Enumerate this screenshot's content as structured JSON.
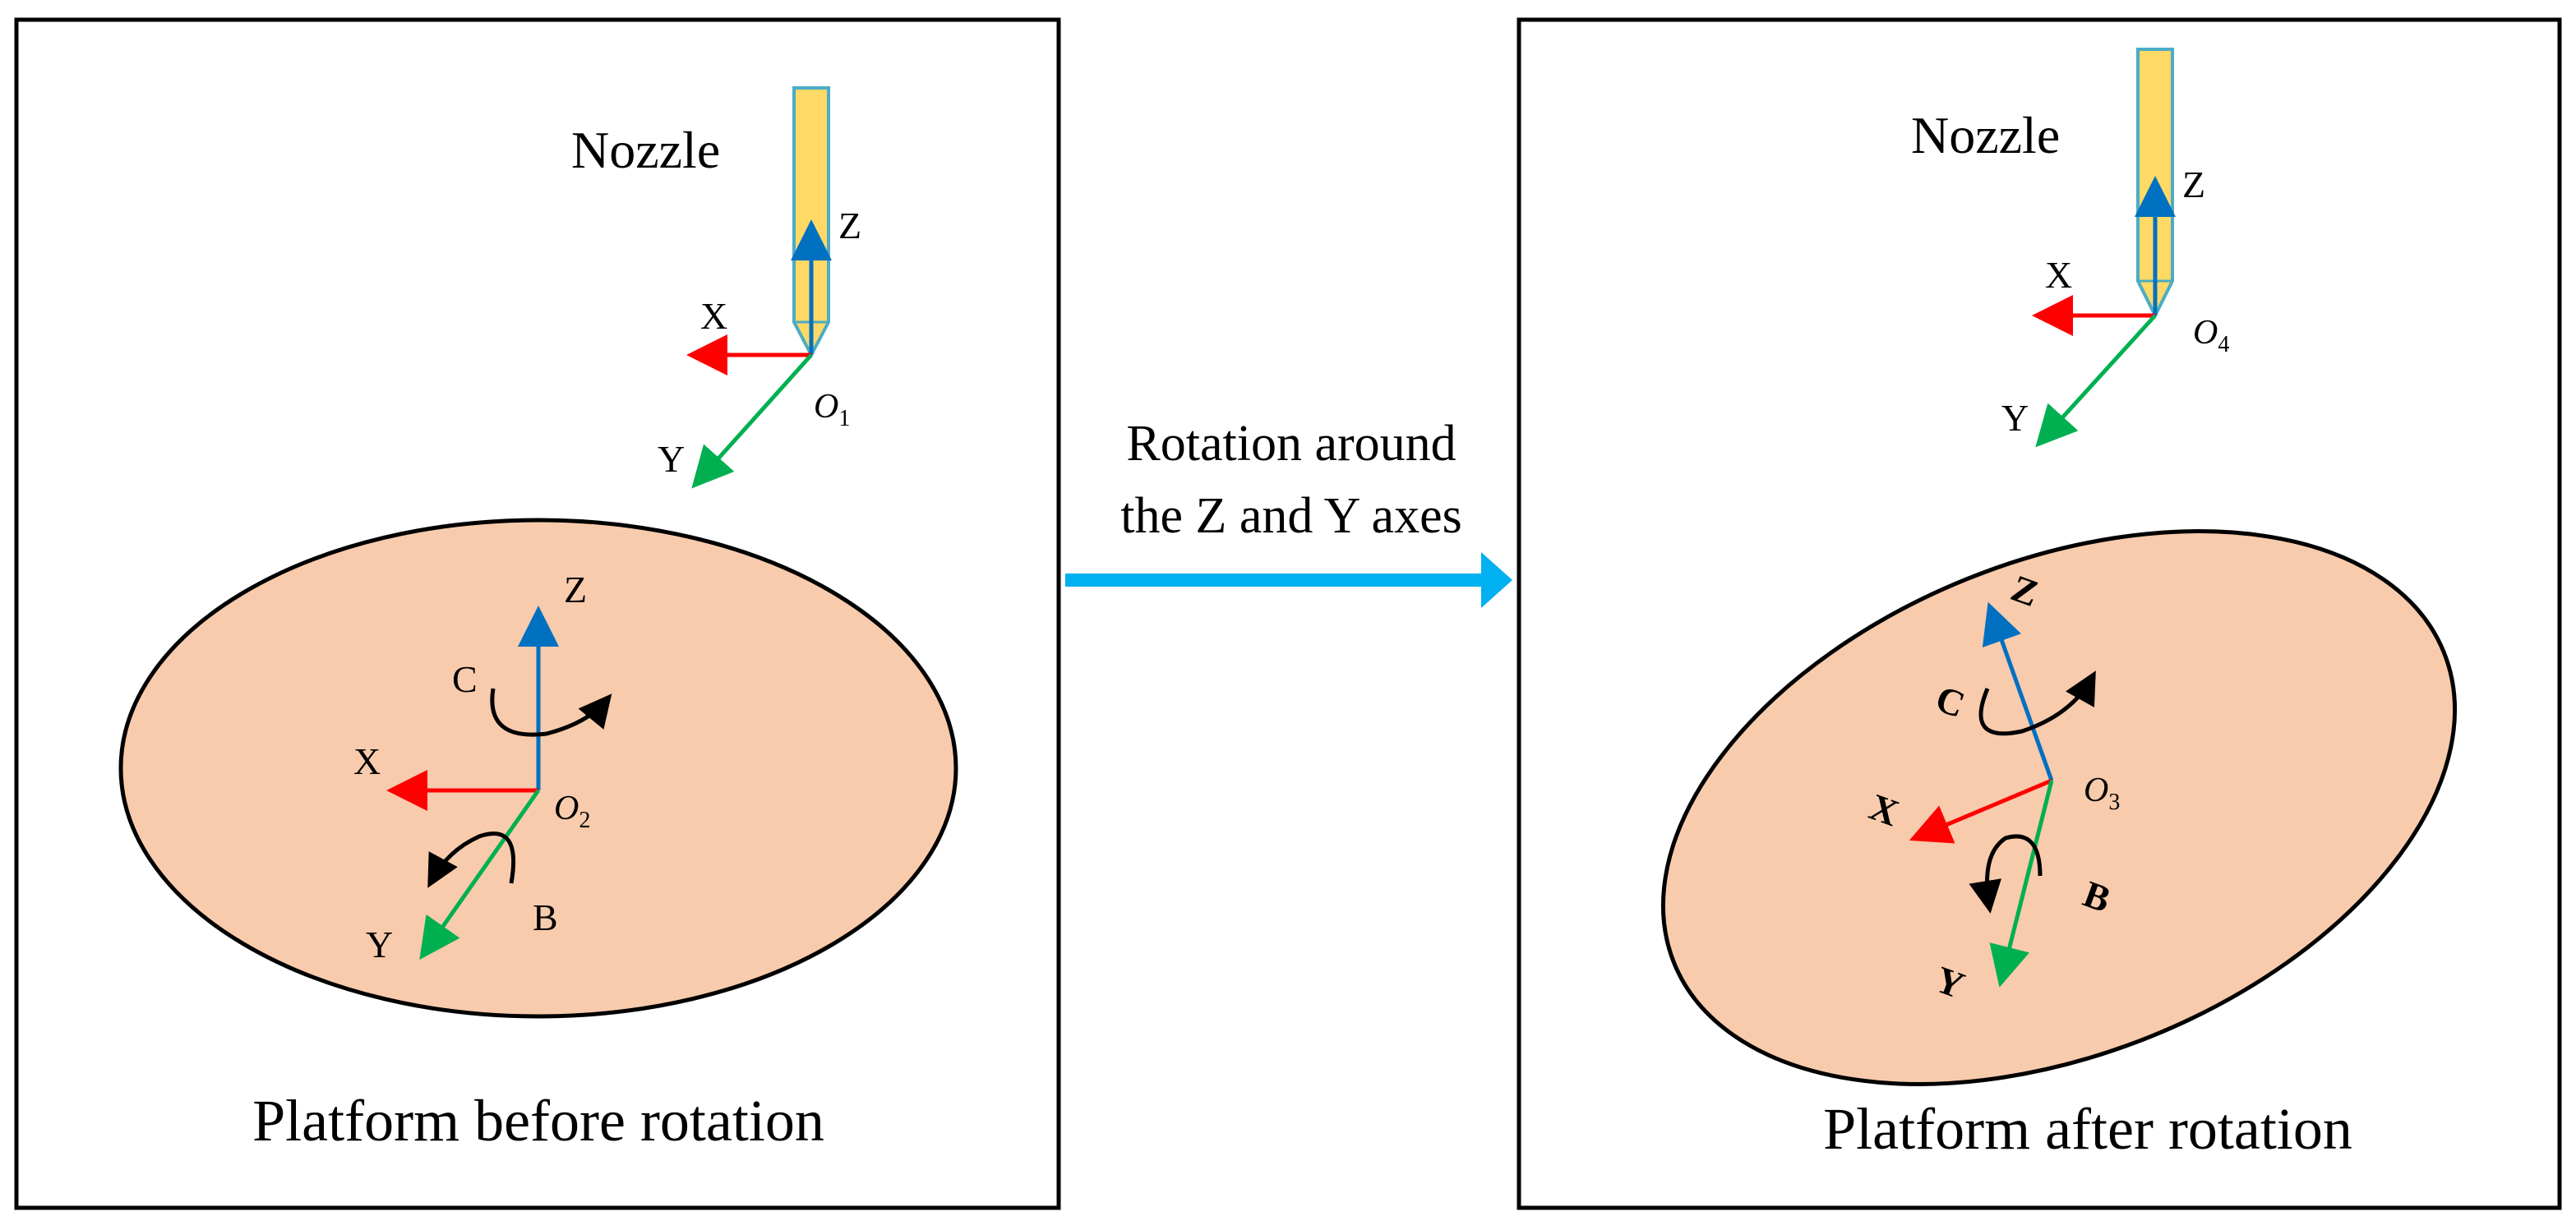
{
  "colors": {
    "x_axis": "#ff0000",
    "y_axis": "#00b050",
    "z_axis": "#0070c0",
    "nozzle_fill": "#ffd966",
    "nozzle_stroke": "#4bacc6",
    "platform_fill": "#f8cbad",
    "transition_arrow": "#00b0f0"
  },
  "left_panel": {
    "nozzle_label": "Nozzle",
    "nozzle_axes": {
      "x": "X",
      "y": "Y",
      "z": "Z",
      "origin": "O",
      "origin_sub": "1"
    },
    "platform_axes": {
      "x": "X",
      "y": "Y",
      "z": "Z",
      "origin": "O",
      "origin_sub": "2",
      "rot_c": "C",
      "rot_b": "B"
    },
    "caption": "Platform before rotation"
  },
  "transition": {
    "line1": "Rotation around",
    "line2": "the Z and Y axes"
  },
  "right_panel": {
    "nozzle_label": "Nozzle",
    "nozzle_axes": {
      "x": "X",
      "y": "Y",
      "z": "Z",
      "origin": "O",
      "origin_sub": "4"
    },
    "platform_axes": {
      "x": "X",
      "y": "Y",
      "z": "Z",
      "origin": "O",
      "origin_sub": "3",
      "rot_c": "C",
      "rot_b": "B"
    },
    "caption": "Platform after rotation"
  }
}
